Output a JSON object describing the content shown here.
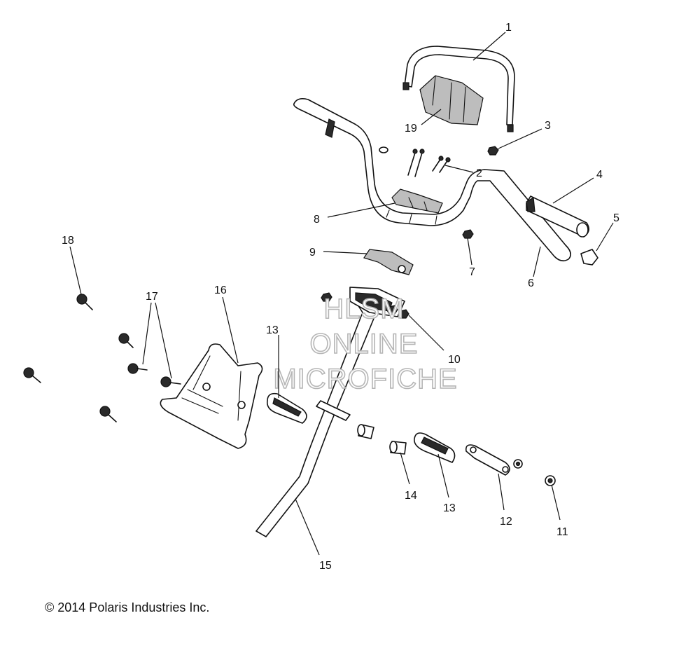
{
  "callouts": [
    "1",
    "2",
    "3",
    "4",
    "5",
    "6",
    "7",
    "8",
    "9",
    "10",
    "11",
    "12",
    "13",
    "13",
    "14",
    "15",
    "16",
    "17",
    "18",
    "19"
  ],
  "watermark": [
    "HLSM",
    "ONLINE",
    "MICROFICHE"
  ],
  "copyright": "© 2014 Polaris Industries Inc."
}
